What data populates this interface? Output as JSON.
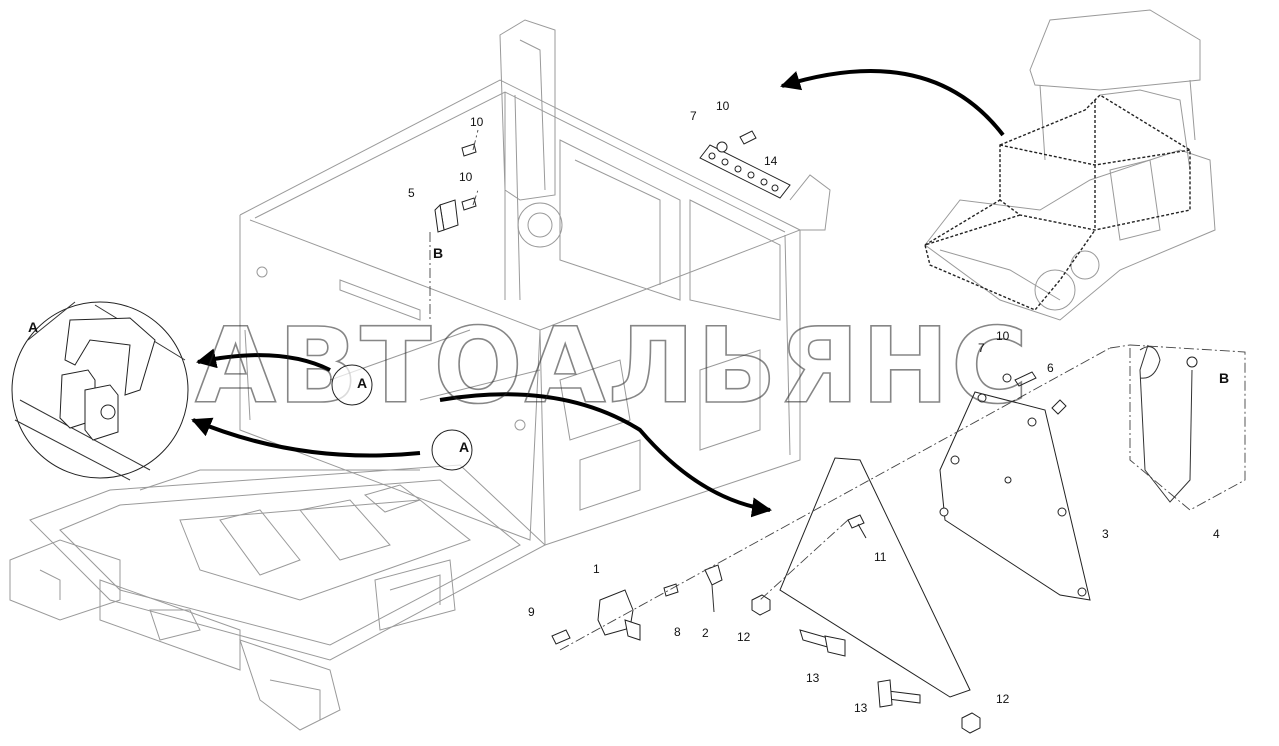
{
  "watermark": "АВТОАЛЬЯНС",
  "view_labels": {
    "a_detail": "A",
    "a_upper": "A",
    "a_lower": "A",
    "b_bracket": "B",
    "b_cable": "B"
  },
  "callouts": {
    "p1": "1",
    "p2": "2",
    "p3": "3",
    "p4": "4",
    "p5": "5",
    "p6": "6",
    "p7_top": "7",
    "p7_mid": "7",
    "p8": "8",
    "p9": "9",
    "p10_a": "10",
    "p10_b": "10",
    "p10_c": "10",
    "p10_d": "10",
    "p11": "11",
    "p12_a": "12",
    "p12_b": "12",
    "p13_a": "13",
    "p13_b": "13",
    "p14": "14"
  }
}
